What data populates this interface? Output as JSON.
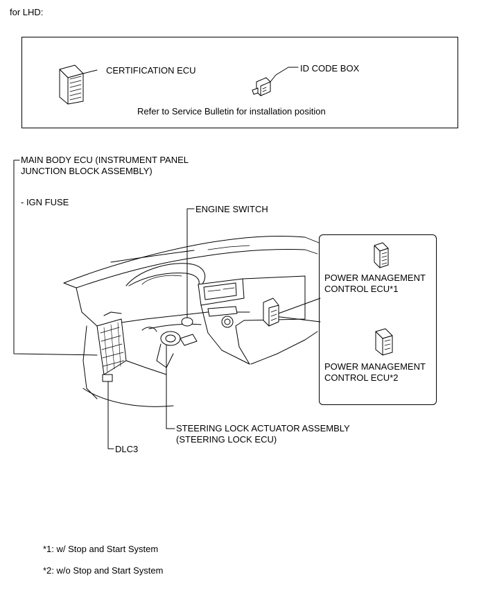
{
  "header": {
    "lhd_label": "for LHD:"
  },
  "top_box": {
    "certification_ecu_label": "CERTIFICATION ECU",
    "id_code_box_label": "ID CODE BOX",
    "note": "Refer to Service Bulletin for installation position"
  },
  "labels": {
    "main_body_ecu": "MAIN BODY ECU (INSTRUMENT PANEL\nJUNCTION BLOCK ASSEMBLY)",
    "ign_fuse": "- IGN FUSE",
    "engine_switch": "ENGINE SWITCH",
    "steering_lock": "STEERING LOCK ACTUATOR ASSEMBLY\n(STEERING LOCK ECU)",
    "dlc3": "DLC3"
  },
  "right_box": {
    "pm_ecu_1": "POWER MANAGEMENT\nCONTROL ECU*1",
    "pm_ecu_2": "POWER MANAGEMENT\nCONTROL ECU*2"
  },
  "footnotes": [
    "*1: w/ Stop and Start System",
    "*2: w/o Stop and Start System"
  ],
  "colors": {
    "line": "#000000",
    "fill": "#ffffff",
    "shade": "#d9d9d9"
  }
}
